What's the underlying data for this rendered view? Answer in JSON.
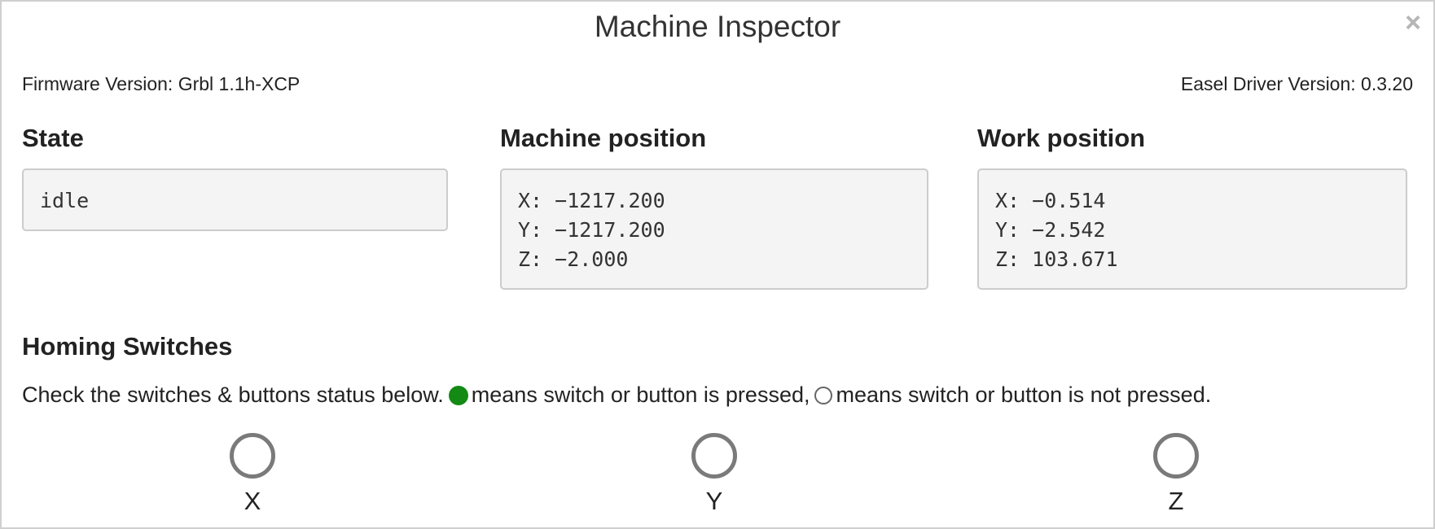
{
  "modal": {
    "title": "Machine Inspector",
    "close_glyph": "×"
  },
  "versions": {
    "firmware": "Firmware Version: Grbl 1.1h-XCP",
    "driver": "Easel Driver Version: 0.3.20"
  },
  "state": {
    "heading": "State",
    "value": "idle"
  },
  "machine_position": {
    "heading": "Machine position",
    "x": "X: −1217.200",
    "y": "Y: −1217.200",
    "z": "Z: −2.000"
  },
  "work_position": {
    "heading": "Work position",
    "x": "X: −0.514",
    "y": "Y: −2.542",
    "z": "Z: 103.671"
  },
  "homing": {
    "heading": "Homing Switches",
    "legend_prefix": "Check the switches & buttons status below.",
    "legend_pressed": "means switch or button is pressed,",
    "legend_not_pressed": "means switch or button is not pressed.",
    "pressed_color": "#138a13",
    "switches": [
      {
        "label": "X",
        "pressed": false
      },
      {
        "label": "Y",
        "pressed": false
      },
      {
        "label": "Z",
        "pressed": false
      }
    ]
  }
}
